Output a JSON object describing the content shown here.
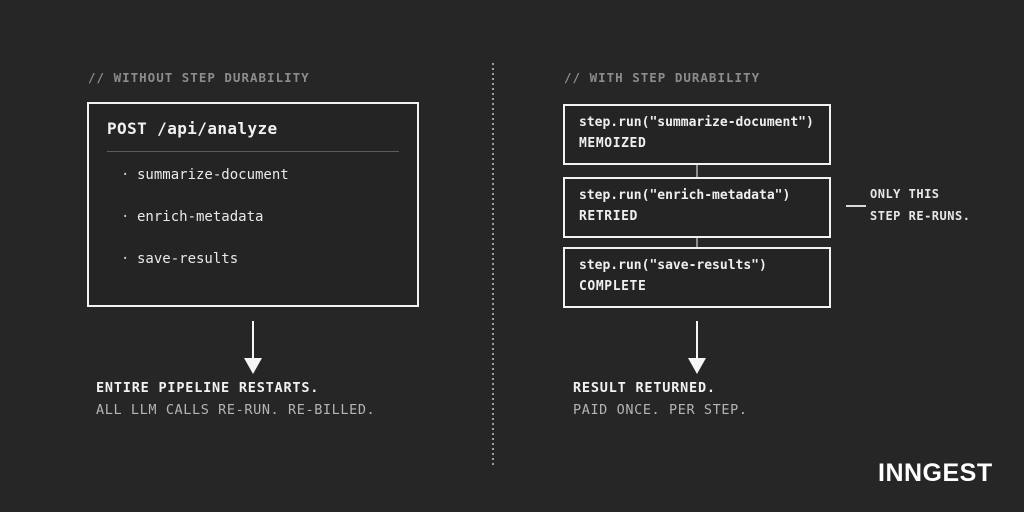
{
  "colors": {
    "background": "#262626",
    "box_border": "#f2f2f2",
    "heading_muted": "#8c8c8c",
    "text_primary": "#efefef",
    "text_muted": "#b4b4b4"
  },
  "left_panel": {
    "heading": "// WITHOUT STEP DURABILITY",
    "request_box": {
      "title": "POST /api/analyze",
      "bullet": "·",
      "items": [
        "summarize-document",
        "enrich-metadata",
        "save-results"
      ]
    },
    "outcome": {
      "title": "ENTIRE PIPELINE RESTARTS.",
      "subtitle": "ALL LLM CALLS RE-RUN. RE-BILLED."
    }
  },
  "right_panel": {
    "heading": "// WITH STEP DURABILITY",
    "steps": [
      {
        "code": "step.run(\"summarize-document\")",
        "status": "MEMOIZED"
      },
      {
        "code": "step.run(\"enrich-metadata\")",
        "status": "RETRIED"
      },
      {
        "code": "step.run(\"save-results\")",
        "status": "COMPLETE"
      }
    ],
    "callout": {
      "line1": "ONLY THIS",
      "line2": "STEP RE-RUNS."
    },
    "outcome": {
      "title": "RESULT RETURNED.",
      "subtitle": "PAID ONCE. PER STEP."
    }
  },
  "footer": {
    "logo_text": "INNGEST"
  }
}
